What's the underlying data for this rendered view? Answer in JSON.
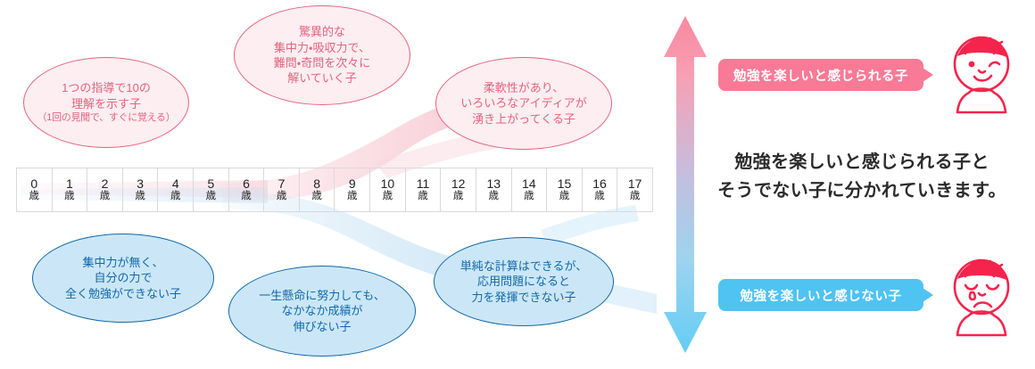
{
  "diagram": {
    "title": "勉強を楽しいと感じられる子とそうでない子に分かれていきます。",
    "accent_pink": "#e4637f",
    "accent_blue": "#1168ab",
    "badge_pink": "#f97a96",
    "badge_blue": "#4fc3f2",
    "face_color": "#f5244c"
  },
  "timeline": {
    "unit": "歳",
    "ages": [
      "0",
      "1",
      "2",
      "3",
      "4",
      "5",
      "6",
      "7",
      "8",
      "9",
      "10",
      "11",
      "12",
      "13",
      "14",
      "15",
      "16",
      "17"
    ]
  },
  "top_bubbles": [
    {
      "name": "bubble-pink-1",
      "lines": [
        "1つの指導で10の",
        "理解を示す子"
      ],
      "note": "（1回の見聞で、すぐに覚える）"
    },
    {
      "name": "bubble-pink-2",
      "lines": [
        "驚異的な",
        "集中力・吸収力で、",
        "難問・奇問を次々に",
        "解いていく子"
      ],
      "note": ""
    },
    {
      "name": "bubble-pink-3",
      "lines": [
        "柔軟性があり、",
        "いろいろなアイディアが",
        "湧き上がってくる子"
      ],
      "note": ""
    }
  ],
  "bottom_bubbles": [
    {
      "name": "bubble-blue-1",
      "lines": [
        "集中力が無く、",
        "自分の力で",
        "全く勉強ができない子"
      ]
    },
    {
      "name": "bubble-blue-2",
      "lines": [
        "一生懸命に努力しても、",
        "なかなか成績が",
        "伸びない子"
      ]
    },
    {
      "name": "bubble-blue-3",
      "lines": [
        "単純な計算はできるが、",
        "応用問題になると",
        "力を発揮できない子"
      ]
    }
  ],
  "right_panel": {
    "badge_top": "勉強を楽しいと感じられる子",
    "badge_bottom": "勉強を楽しいと感じない子",
    "center_line1": "勉強を楽しいと感じられる子と",
    "center_line2": "そうでない子に分かれていきます。",
    "face_top_icon": "happy-winking-face-icon",
    "face_bottom_icon": "sad-crying-face-icon",
    "arrow_icon": "double-headed-vertical-arrow-icon"
  }
}
